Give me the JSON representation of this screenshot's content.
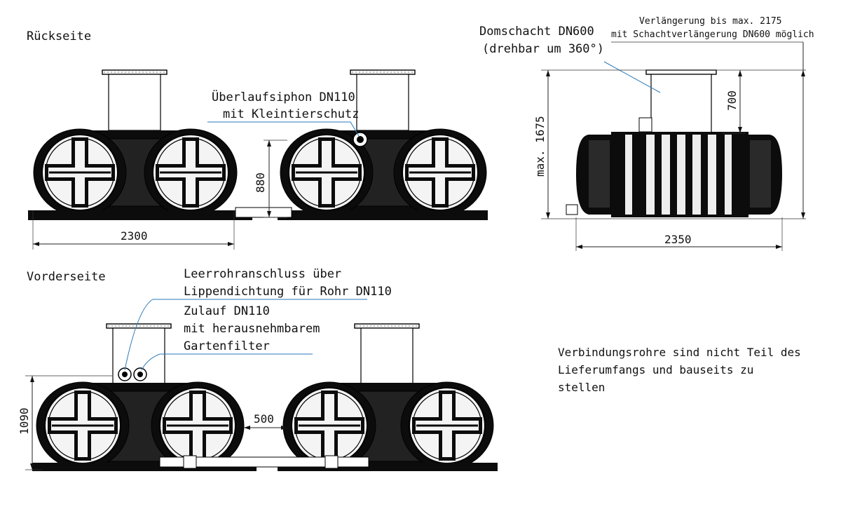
{
  "headings": {
    "back": "Rückseite",
    "front": "Vorderseite"
  },
  "callouts": {
    "overflow_line1": "Überlaufsiphon DN110",
    "overflow_line2": "mit Kleintierschutz",
    "dome_line1": "Domschacht DN600",
    "dome_line2": "(drehbar um 360°)",
    "extension_line1": "Verlängerung bis max. 2175",
    "extension_line2": "mit Schachtverlängerung DN600 möglich",
    "conduit_line1": "Leerrohranschluss über",
    "conduit_line2": "Lippendichtung für Rohr DN110",
    "inlet_line1": "Zulauf DN110",
    "inlet_line2": "mit herausnehmbarem",
    "inlet_line3": "Gartenfilter"
  },
  "dimensions": {
    "back_width": "2300",
    "back_height": "880",
    "side_width": "2350",
    "side_height": "max. 1675",
    "side_dome": "700",
    "front_height": "1090",
    "front_gap": "500"
  },
  "notes": {
    "line1": "Verbindungsrohre sind nicht Teil des",
    "line2": "Lieferumfangs und bauseits zu",
    "line3": "stellen"
  },
  "colors": {
    "leader": "#2a7ab8",
    "tank": "#0a0a0a"
  }
}
